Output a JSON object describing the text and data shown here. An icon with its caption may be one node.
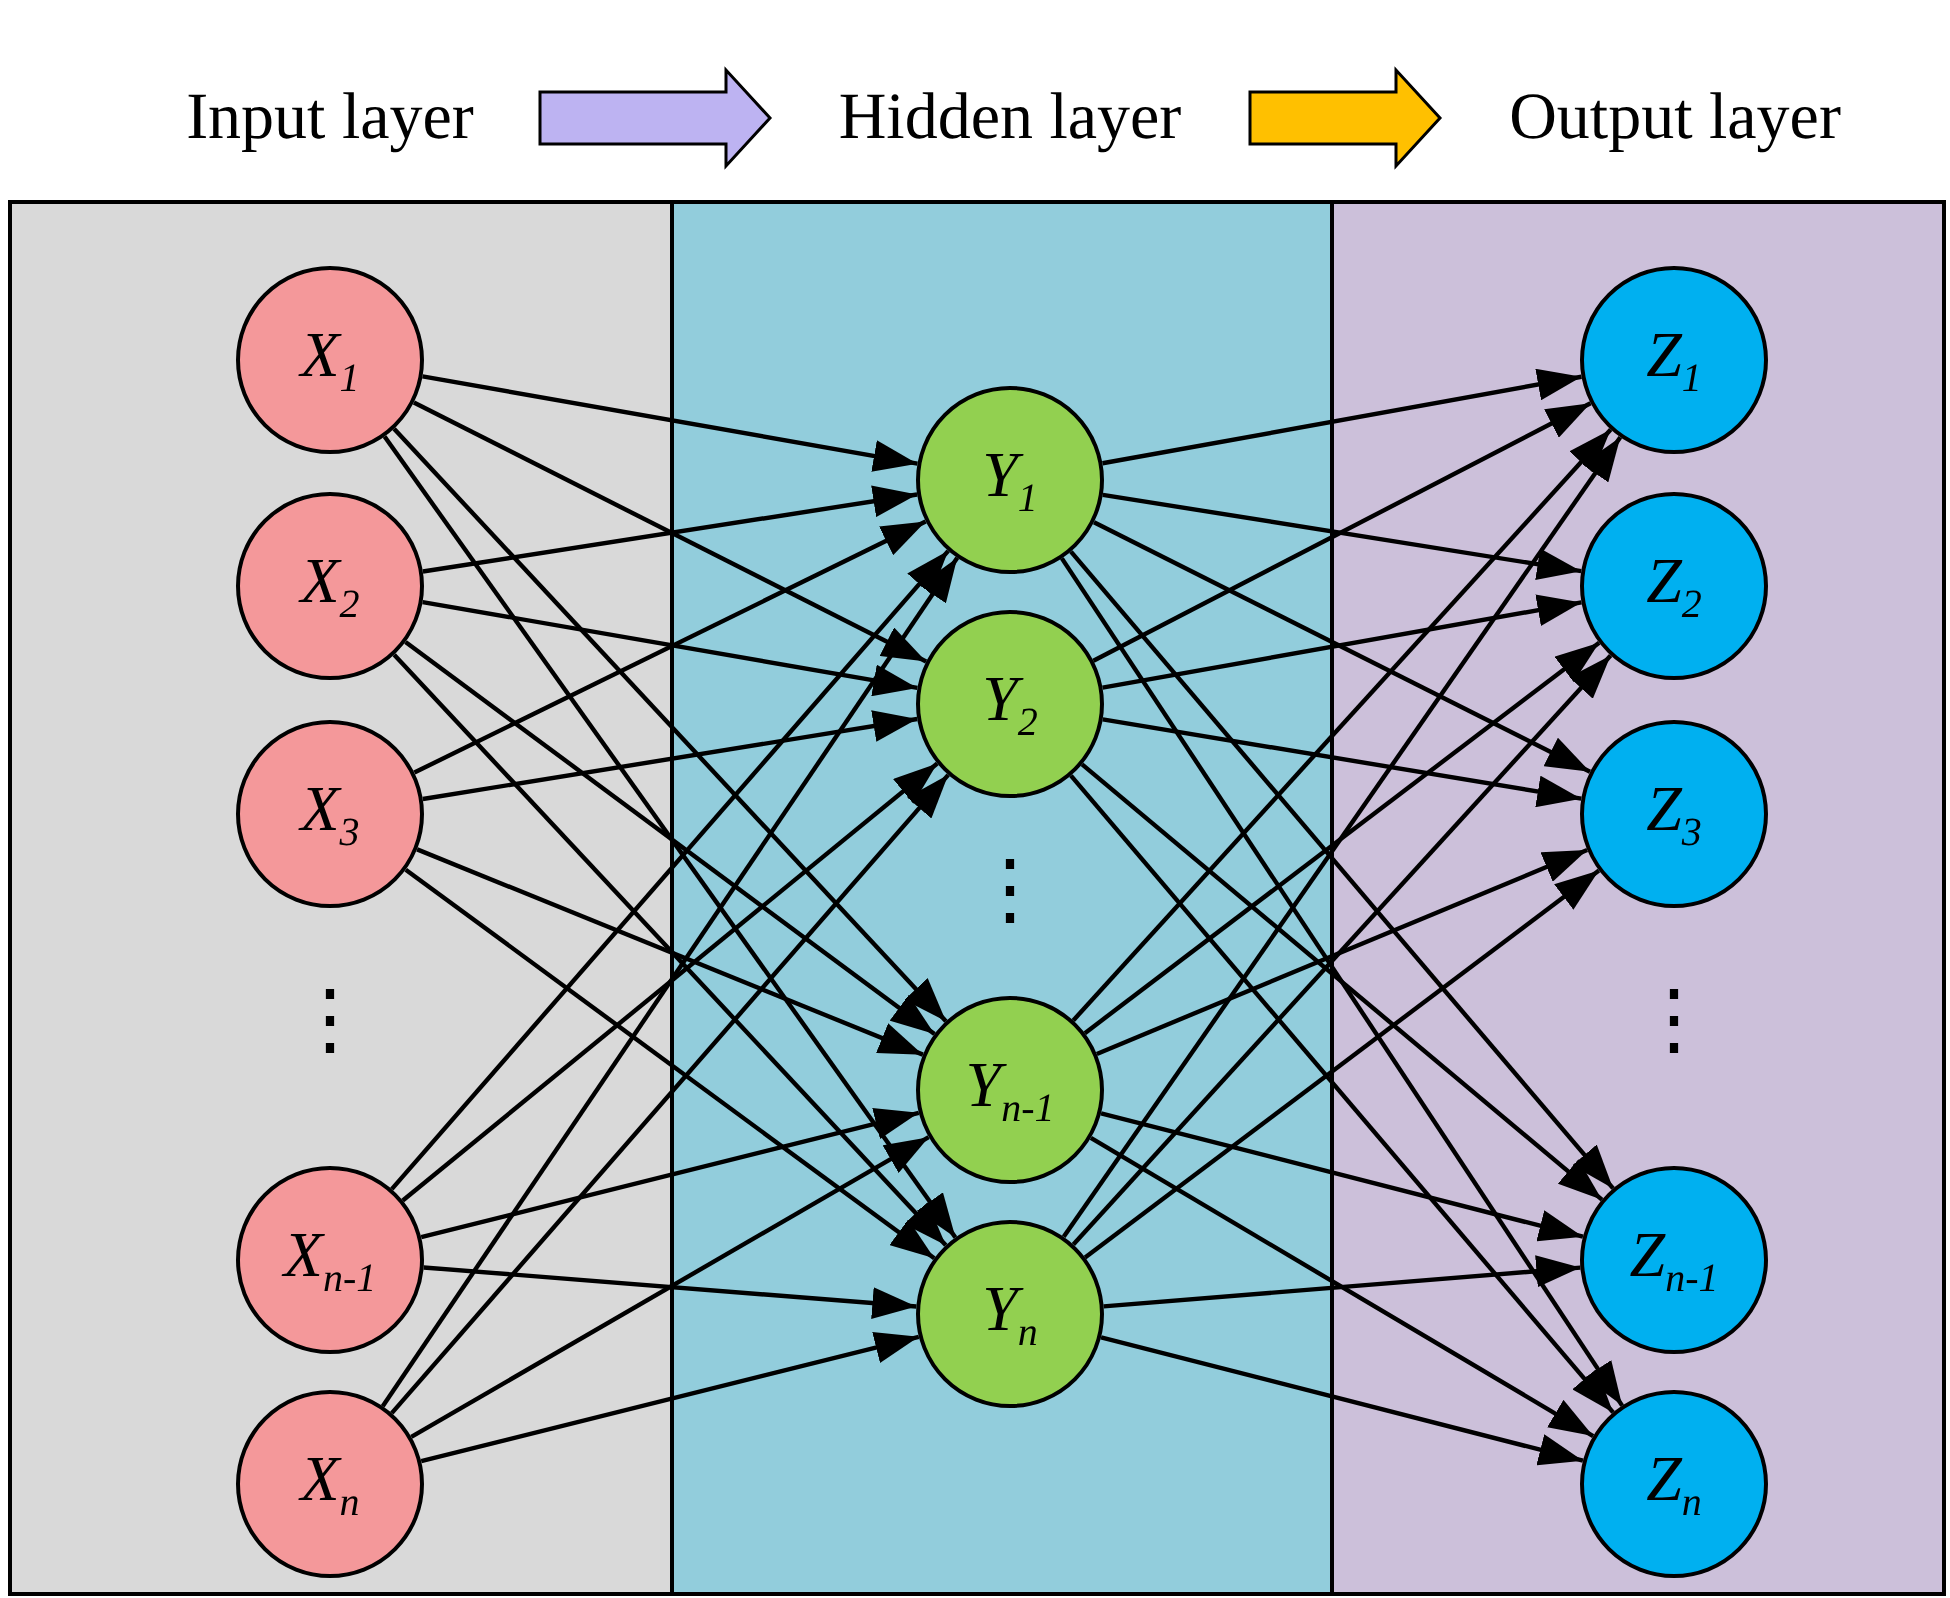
{
  "diagram": {
    "nodes": [
      {
        "text": [
          "Input layer"
        ]
      },
      {
        "text": [
          "Hidden layer"
        ]
      },
      {
        "text": [
          "Output layer"
        ]
      },
      {
        "text": [],
        "shape": "box"
      },
      {
        "text": [],
        "shape": "box"
      },
      {
        "text": [],
        "shape": "box"
      },
      {
        "text": [
          "X$_{1}$"
        ],
        "in": 3
      },
      {
        "text": [
          "X$_{2}$"
        ],
        "in": 3
      },
      {
        "text": [
          "X$_{3}$"
        ],
        "in": 3
      },
      {
        "text": [
          "X$_{n-1}$"
        ],
        "in": 3
      },
      {
        "text": [
          "X$_{n}$"
        ],
        "in": 3
      },
      {
        "text": [
          "Y$_{1}$"
        ],
        "in": 4
      },
      {
        "text": [
          "Y$_{2}$"
        ],
        "in": 4
      },
      {
        "text": [
          "Y$_{n-1}$"
        ],
        "in": 4
      },
      {
        "text": [
          "Y$_{n}$"
        ],
        "in": 4
      },
      {
        "text": [
          "Z$_{1}$"
        ],
        "in": 5
      },
      {
        "text": [
          "Z$_{2}$"
        ],
        "in": 5
      },
      {
        "text": [
          "Z$_{3}$"
        ],
        "in": 5
      },
      {
        "text": [
          "Z$_{n-1}$"
        ],
        "in": 5
      },
      {
        "text": [
          "Z$_{n}$"
        ],
        "in": 5
      }
    ],
    "edges": [
      {
        "from": 0,
        "to": 1,
        "arrow": "to",
        "color": "#bdb3f2"
      },
      {
        "from": 1,
        "to": 2,
        "arrow": "to",
        "color": "#ffc000"
      },
      {
        "from": 6,
        "to": 11,
        "arrow": "to"
      },
      {
        "from": 6,
        "to": 12,
        "arrow": "to"
      },
      {
        "from": 6,
        "to": 13,
        "arrow": "to"
      },
      {
        "from": 6,
        "to": 14,
        "arrow": "to"
      },
      {
        "from": 7,
        "to": 11,
        "arrow": "to"
      },
      {
        "from": 7,
        "to": 12,
        "arrow": "to"
      },
      {
        "from": 7,
        "to": 13,
        "arrow": "to"
      },
      {
        "from": 7,
        "to": 14,
        "arrow": "to"
      },
      {
        "from": 8,
        "to": 11,
        "arrow": "to"
      },
      {
        "from": 8,
        "to": 12,
        "arrow": "to"
      },
      {
        "from": 8,
        "to": 13,
        "arrow": "to"
      },
      {
        "from": 8,
        "to": 14,
        "arrow": "to"
      },
      {
        "from": 9,
        "to": 11,
        "arrow": "to"
      },
      {
        "from": 9,
        "to": 12,
        "arrow": "to"
      },
      {
        "from": 9,
        "to": 13,
        "arrow": "to"
      },
      {
        "from": 9,
        "to": 14,
        "arrow": "to"
      },
      {
        "from": 10,
        "to": 11,
        "arrow": "to"
      },
      {
        "from": 10,
        "to": 12,
        "arrow": "to"
      },
      {
        "from": 10,
        "to": 13,
        "arrow": "to"
      },
      {
        "from": 10,
        "to": 14,
        "arrow": "to"
      },
      {
        "from": 11,
        "to": 15,
        "arrow": "to"
      },
      {
        "from": 11,
        "to": 16,
        "arrow": "to"
      },
      {
        "from": 11,
        "to": 17,
        "arrow": "to"
      },
      {
        "from": 11,
        "to": 18,
        "arrow": "to"
      },
      {
        "from": 11,
        "to": 19,
        "arrow": "to"
      },
      {
        "from": 12,
        "to": 15,
        "arrow": "to"
      },
      {
        "from": 12,
        "to": 16,
        "arrow": "to"
      },
      {
        "from": 12,
        "to": 17,
        "arrow": "to"
      },
      {
        "from": 12,
        "to": 18,
        "arrow": "to"
      },
      {
        "from": 12,
        "to": 19,
        "arrow": "to"
      },
      {
        "from": 13,
        "to": 15,
        "arrow": "to"
      },
      {
        "from": 13,
        "to": 16,
        "arrow": "to"
      },
      {
        "from": 13,
        "to": 17,
        "arrow": "to"
      },
      {
        "from": 13,
        "to": 18,
        "arrow": "to"
      },
      {
        "from": 13,
        "to": 19,
        "arrow": "to"
      },
      {
        "from": 14,
        "to": 15,
        "arrow": "to"
      },
      {
        "from": 14,
        "to": 16,
        "arrow": "to"
      },
      {
        "from": 14,
        "to": 17,
        "arrow": "to"
      },
      {
        "from": 14,
        "to": 18,
        "arrow": "to"
      },
      {
        "from": 14,
        "to": 19,
        "arrow": "to"
      }
    ],
    "labels": [
      "⋮",
      "⋮",
      "⋮"
    ]
  }
}
